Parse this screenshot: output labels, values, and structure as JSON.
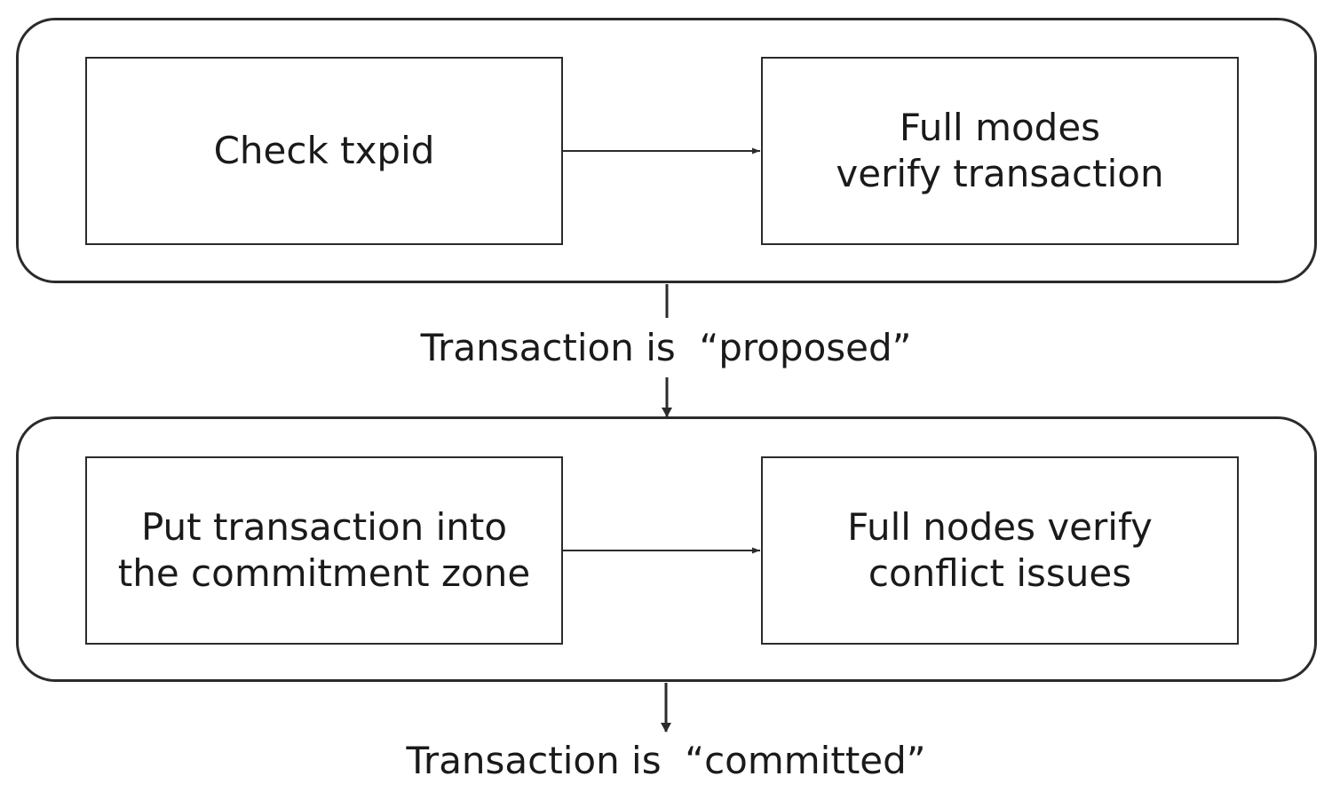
{
  "stage_one": {
    "check": "Check txpid",
    "verify": "Full modes\nverify transaction"
  },
  "proposed_label": "Transaction is  “proposed”",
  "stage_two": {
    "commit": "Put transaction into\nthe commitment zone",
    "conflict": "Full nodes verify\nconflict issues"
  },
  "committed_label": "Transaction is  “committed”",
  "colors": {
    "stroke": "#2b2b2b",
    "text": "#1a1a1a",
    "background": "#ffffff"
  }
}
